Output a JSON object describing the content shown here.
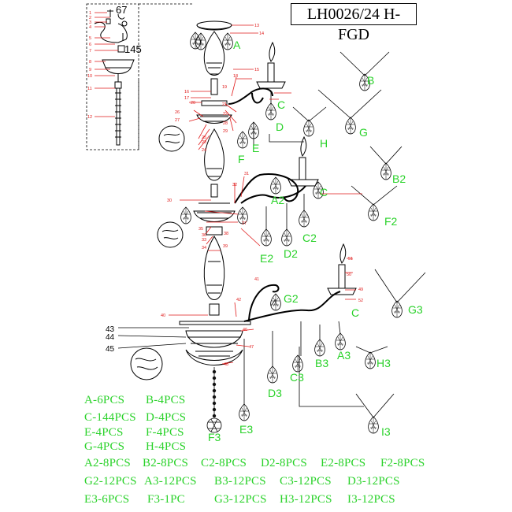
{
  "title": "LH0026/24 H-FGD",
  "colors": {
    "callout_red": "#e01b1b",
    "label_green": "#2ad22a",
    "line_black": "#000000"
  },
  "dimensions": {
    "top_width": "67",
    "top_height": "145"
  },
  "callout_numbers": [
    "1",
    "2",
    "3",
    "4",
    "5",
    "6",
    "7",
    "8",
    "9",
    "10",
    "11",
    "12",
    "13",
    "14",
    "15",
    "16",
    "17",
    "18",
    "19",
    "20",
    "21",
    "22",
    "23",
    "24",
    "25",
    "26",
    "27",
    "28",
    "29",
    "30",
    "31",
    "32",
    "33",
    "34",
    "35",
    "36",
    "37",
    "38",
    "39",
    "40",
    "41",
    "42",
    "43",
    "44",
    "45",
    "46",
    "47",
    "48",
    "49",
    "50",
    "51",
    "52"
  ],
  "crystal_labels": [
    "A",
    "B",
    "C",
    "D",
    "E",
    "F",
    "G",
    "H",
    "A2",
    "B2",
    "C2",
    "D2",
    "E2",
    "F2",
    "G2",
    "A3",
    "B3",
    "C3",
    "D3",
    "E3",
    "F3",
    "G3",
    "H3",
    "I3"
  ],
  "quantities": [
    [
      "A-6PCS",
      "B-4PCS"
    ],
    [
      "C-144PCS",
      "D-4PCS"
    ],
    [
      "E-4PCS",
      "F-4PCS"
    ],
    [
      "G-4PCS",
      "H-4PCS"
    ],
    [
      "A2-8PCS",
      "B2-8PCS",
      "C2-8PCS",
      "D2-8PCS",
      "E2-8PCS",
      "F2-8PCS"
    ],
    [
      "G2-12PCS",
      "A3-12PCS",
      "B3-12PCS",
      "C3-12PCS",
      "D3-12PCS"
    ],
    [
      "E3-6PCS",
      "F3-1PC",
      "G3-12PCS",
      "H3-12PCS",
      "I3-12PCS"
    ]
  ]
}
